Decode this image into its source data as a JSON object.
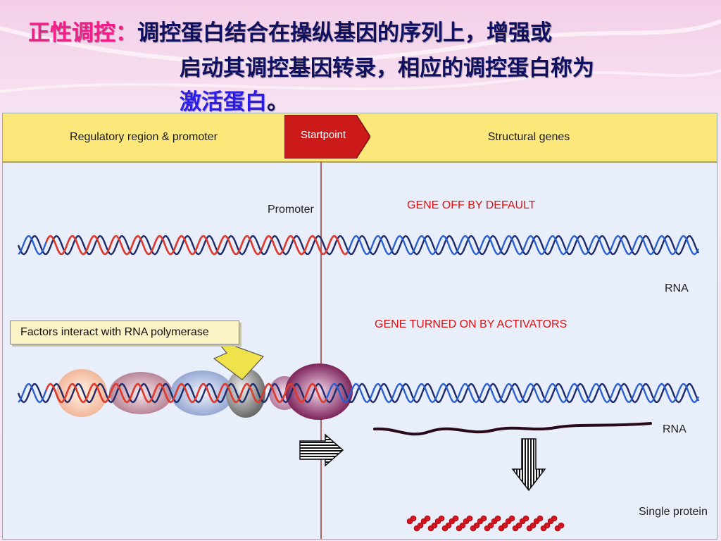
{
  "title": {
    "label": "正性调控：",
    "line1": "调控蛋白结合在操纵基因的序列上，增强或",
    "line2": "启动其调控基因转录，相应的调控蛋白称为",
    "line3_highlight": "激活蛋白",
    "line3_end": "。"
  },
  "header": {
    "regulatory": "Regulatory region & promoter",
    "startpoint": "Startpoint",
    "structural": "Structural genes"
  },
  "upper": {
    "promoter": "Promoter",
    "status": "GENE OFF BY DEFAULT",
    "rna": "RNA"
  },
  "lower": {
    "callout": "Factors interact with RNA polymerase",
    "status": "GENE TURNED ON BY ACTIVATORS",
    "rna": "RNA",
    "protein": "Single protein"
  },
  "colors": {
    "label_pink": "#ee1f88",
    "body_navy": "#101060",
    "highlight_blue": "#2c1ee6",
    "header_yellow": "#fbe77a",
    "startpoint_red": "#cc1a1a",
    "status_red": "#d11111",
    "dna_red": "#e03a2a",
    "dna_blue": "#2a5fd0",
    "dna_navy": "#1d2a6a"
  }
}
